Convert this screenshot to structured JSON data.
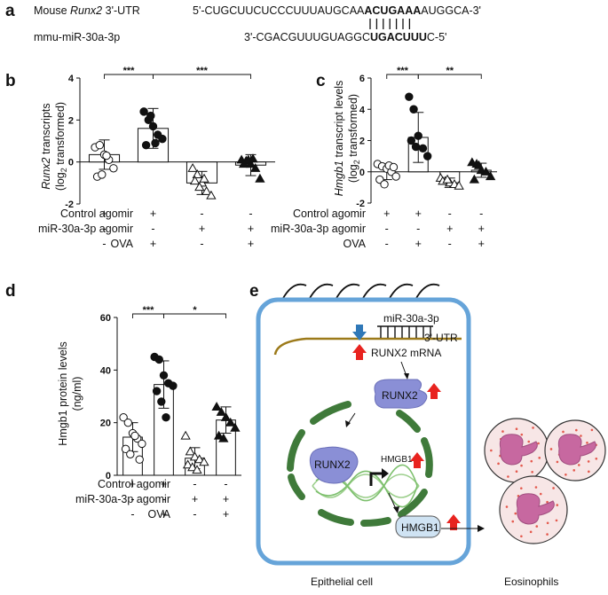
{
  "panel_a": {
    "label": "a",
    "row1_label_prefix": "Mouse ",
    "row1_label_italic": "Runx2",
    "row1_label_suffix": " 3'-UTR",
    "row1_seq_pre": "5'-CUGCUUCUCCCUUUAUGCAA",
    "row1_seq_bold": "ACUGAAA",
    "row1_seq_post": "AUGGCA-3'",
    "row2_label": "mmu-miR-30a-3p",
    "row2_seq_pre": "3'-CGACGUUUGUAGGC",
    "row2_seq_bold": "UGACUUU",
    "row2_seq_post": "C-5'"
  },
  "treatments": {
    "row_labels": [
      "Control agomir",
      "miR-30a-3p agomir",
      "OVA"
    ],
    "matrix": [
      [
        "+",
        "+",
        "-",
        "-"
      ],
      [
        "-",
        "-",
        "+",
        "+"
      ],
      [
        "-",
        "+",
        "-",
        "+"
      ]
    ]
  },
  "chart_data": [
    {
      "panel": "b",
      "type": "bar",
      "ylabel_italic": "Runx2",
      "ylabel_suffix": " transcripts",
      "ylabel_line2": "(log",
      "ylabel_sub": "2",
      "ylabel_line2_end": " transformed)",
      "ylim": [
        -2,
        4
      ],
      "yticks": [
        -2,
        0,
        2,
        4
      ],
      "groups": [
        "g1",
        "g2",
        "g3",
        "g4"
      ],
      "means": [
        0.35,
        1.6,
        -1.0,
        -0.15
      ],
      "sd": [
        0.7,
        0.95,
        0.55,
        0.5
      ],
      "markers": [
        "circle-open",
        "circle-filled",
        "triangle-open",
        "triangle-filled"
      ],
      "points": [
        [
          0.7,
          0.8,
          0.35,
          0.1,
          -0.3,
          -0.7,
          -0.6,
          0.3
        ],
        [
          2.4,
          2.0,
          1.7,
          1.3,
          1.1,
          0.8,
          2.2,
          0.9
        ],
        [
          -0.3,
          -0.6,
          -1.0,
          -1.4,
          -1.6,
          -0.9,
          -1.2,
          -0.8
        ],
        [
          0.1,
          0.05,
          -0.1,
          -0.3,
          -0.8,
          -0.1,
          0.1,
          0.15
        ]
      ],
      "significance": [
        {
          "from": 0,
          "to": 1,
          "label": "***"
        },
        {
          "from": 1,
          "to": 3,
          "label": "***"
        }
      ]
    },
    {
      "panel": "c",
      "type": "bar",
      "ylabel_italic": "Hmgb1",
      "ylabel_suffix": " transcript levels",
      "ylabel_line2": "(log",
      "ylabel_sub": "2",
      "ylabel_line2_end": " transformed)",
      "ylim": [
        -2,
        6
      ],
      "yticks": [
        -2,
        0,
        2,
        4,
        6
      ],
      "groups": [
        "g1",
        "g2",
        "g3",
        "g4"
      ],
      "means": [
        0.0,
        2.2,
        -0.7,
        0.1
      ],
      "sd": [
        0.5,
        1.6,
        0.3,
        0.45
      ],
      "markers": [
        "circle-open",
        "circle-filled",
        "triangle-open",
        "triangle-filled"
      ],
      "points": [
        [
          0.5,
          0.35,
          0.2,
          0.0,
          -0.3,
          -0.5,
          -0.8,
          0.4,
          0.3
        ],
        [
          4.8,
          4.0,
          2.3,
          1.5,
          1.0,
          2.0,
          1.6
        ],
        [
          -0.4,
          -0.6,
          -0.7,
          -0.8,
          -0.9,
          -0.6,
          -0.5
        ],
        [
          0.6,
          0.5,
          0.1,
          0.0,
          -0.3,
          -0.5,
          0.4
        ]
      ],
      "significance": [
        {
          "from": 0,
          "to": 1,
          "label": "***"
        },
        {
          "from": 1,
          "to": 3,
          "label": "**"
        }
      ]
    },
    {
      "panel": "d",
      "type": "bar",
      "ylabel_line1": "Hmgb1 protein levels",
      "ylabel_line2": "(ng/ml)",
      "ylim": [
        0,
        60
      ],
      "yticks": [
        0,
        20,
        40,
        60
      ],
      "groups": [
        "g1",
        "g2",
        "g3",
        "g4"
      ],
      "means": [
        14.5,
        34.5,
        6.5,
        21.0
      ],
      "sd": [
        5.5,
        9.0,
        4.0,
        5.0
      ],
      "markers": [
        "circle-open",
        "circle-filled",
        "triangle-open",
        "triangle-filled"
      ],
      "points": [
        [
          22.0,
          20.0,
          16.0,
          14.0,
          12.0,
          10.0,
          8.0,
          15.0,
          6.0
        ],
        [
          45.0,
          44.0,
          38.0,
          35.0,
          34.0,
          32.0,
          28.0,
          22.0
        ],
        [
          15.0,
          9.0,
          7.0,
          6.0,
          5.0,
          4.0,
          3.0,
          2.0
        ],
        [
          26.0,
          24.0,
          22.0,
          20.0,
          18.0,
          15.0,
          14.0
        ]
      ],
      "significance": [
        {
          "from": 0,
          "to": 1,
          "label": "***"
        },
        {
          "from": 1,
          "to": 3,
          "label": "*"
        }
      ]
    }
  ],
  "panel_e": {
    "label": "e",
    "mirna_label": "miR-30a-3p",
    "utr_label": "3'-UTR",
    "mrna_label": "RUNX2 mRNA",
    "runx2_cyto": "RUNX2",
    "runx2_nuc": "RUNX2",
    "hmgb1_gene": "HMGB1",
    "hmgb1_protein": "HMGB1",
    "cell_caption": "Epithelial cell",
    "eos_caption": "Eosinophils",
    "colors": {
      "cell_border": "#66a4d9",
      "nucleus": "#3f7a3a",
      "runx2": "#8a8fd6",
      "hmgb1": "#cfe3f3",
      "up_arrow": "#e8231f",
      "down_arrow": "#2f78b8",
      "eos_body": "#f7e6e6",
      "eos_nucleus": "#c768a0",
      "utr_line": "#9c7a1a"
    }
  }
}
